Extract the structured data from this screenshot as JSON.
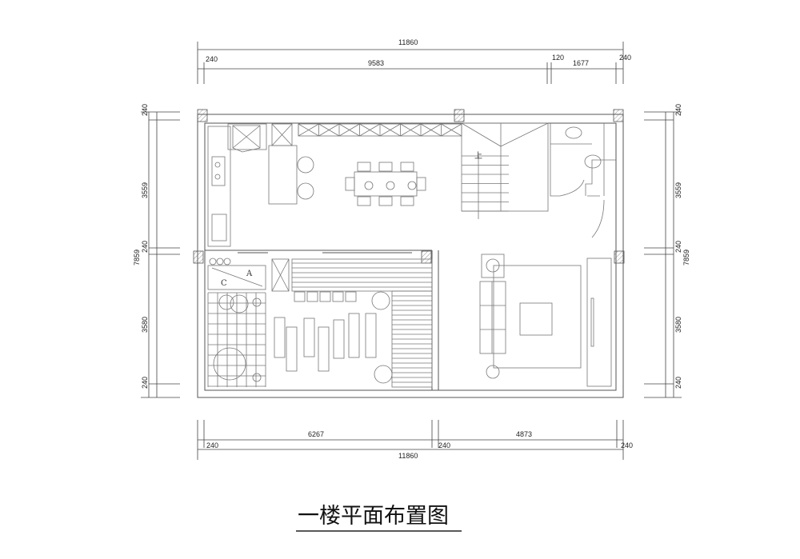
{
  "title": "一楼平面布置图",
  "dimensions": {
    "top_total": "11860",
    "top_segments": [
      "240",
      "9583",
      "120",
      "1677",
      "240"
    ],
    "bottom_segments": [
      "6267",
      "4873"
    ],
    "bottom_small": [
      "240",
      "240",
      "240"
    ],
    "bottom_total": "11860",
    "left_segments": [
      "240",
      "3559",
      "240",
      "3580",
      "240"
    ],
    "left_total": "7859",
    "right_segments": [
      "240",
      "3559",
      "240",
      "3580",
      "240"
    ],
    "right_total": "7859"
  },
  "labels": {
    "stair_up": "上",
    "storage_a": "A",
    "storage_c": "C"
  }
}
